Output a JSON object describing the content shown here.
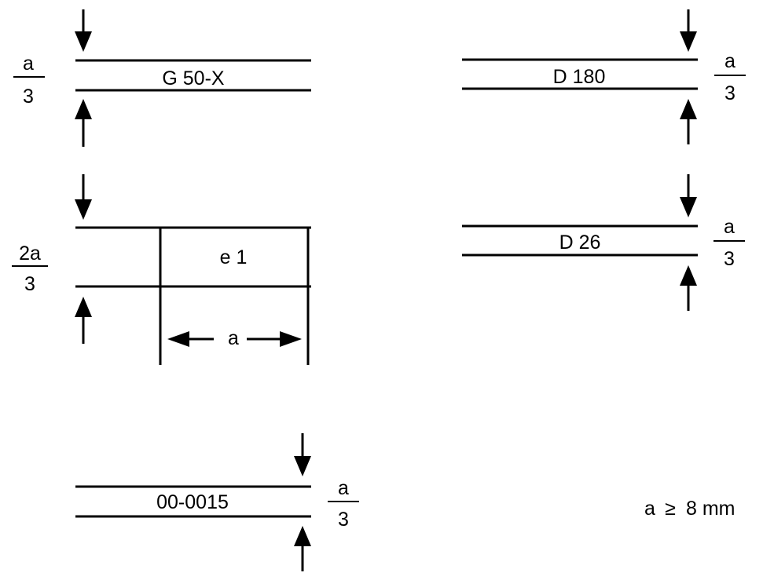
{
  "labels": {
    "g50x": "G 50-X",
    "d180": "D 180",
    "e1": "e 1",
    "d26": "D 26",
    "code": "00-0015",
    "dim_a": "a"
  },
  "fractions": {
    "a_over_3": {
      "num": "a",
      "den": "3"
    },
    "two_a_over_3": {
      "num": "2a",
      "den": "3"
    }
  },
  "note": {
    "a": "a",
    "geq": "≥",
    "value": "8 mm"
  }
}
